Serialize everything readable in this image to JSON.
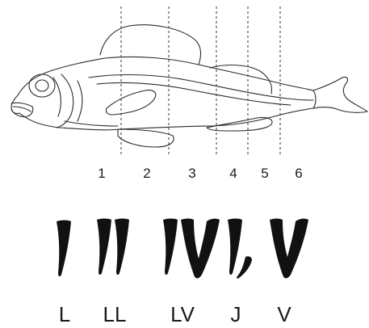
{
  "zone_labels": [
    "1",
    "2",
    "3",
    "4",
    "5",
    "6"
  ],
  "mark_labels": [
    "L",
    "LL",
    "LV",
    "J",
    "V"
  ],
  "colors": {
    "outline": "#2b2b2b",
    "mark_fill": "#111111",
    "guide_line": "#333333",
    "text": "#1a1a1a"
  }
}
